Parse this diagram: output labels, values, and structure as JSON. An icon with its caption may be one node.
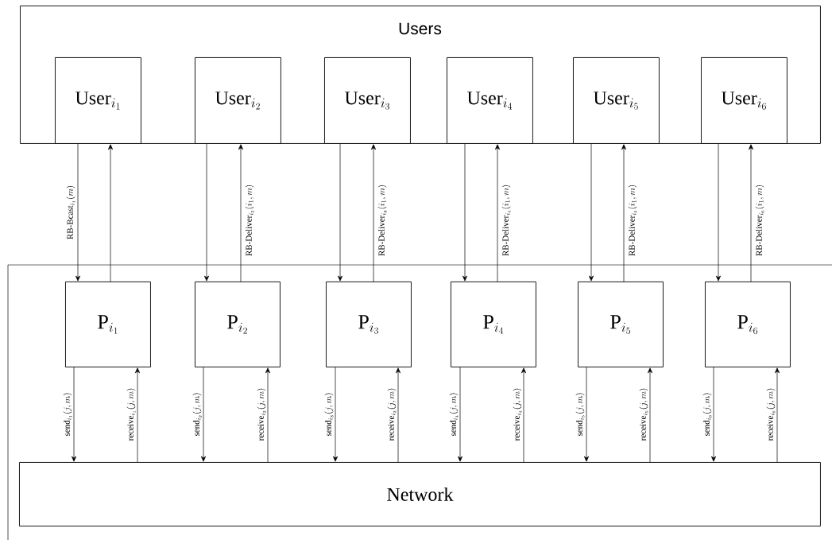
{
  "diagram": {
    "nodes": [
      {
        "text": [
          "Users"
        ]
      },
      {
        "text": [
          "\\mathrm{User}_{i_1}"
        ],
        "in": 0
      },
      {
        "text": [
          "\\mathrm{User}_{i_2}"
        ],
        "in": 0
      },
      {
        "text": [
          "\\mathrm{User}_{i_3}"
        ],
        "in": 0
      },
      {
        "text": [
          "\\mathrm{User}_{i_4}"
        ],
        "in": 0
      },
      {
        "text": [
          "\\mathrm{User}_{i_5}"
        ],
        "in": 0
      },
      {
        "text": [
          "\\mathrm{User}_{i_6}"
        ],
        "in": 0
      },
      {
        "text": [],
        "shape": "box"
      },
      {
        "text": [
          "\\mathrm{P}_{i_1}"
        ],
        "in": 7
      },
      {
        "text": [
          "\\mathrm{P}_{i_2}"
        ],
        "in": 7
      },
      {
        "text": [
          "\\mathrm{P}_{i_3}"
        ],
        "in": 7
      },
      {
        "text": [
          "\\mathrm{P}_{i_4}"
        ],
        "in": 7
      },
      {
        "text": [
          "\\mathrm{P}_{i_5}"
        ],
        "in": 7
      },
      {
        "text": [
          "\\mathrm{P}_{i_6}"
        ],
        "in": 7
      },
      {
        "text": [
          "\\mathrm{Network}"
        ],
        "in": 7
      }
    ],
    "edges": [
      {
        "from": 1,
        "to": 8,
        "arrow": "to",
        "label": "\\text{RB-Bcast}_{i_1}(m)"
      },
      {
        "from": 8,
        "to": 1,
        "arrow": "to"
      },
      {
        "from": 2,
        "to": 9,
        "arrow": "to"
      },
      {
        "from": 9,
        "to": 2,
        "arrow": "to",
        "label": "\\text{RB-Deliver}_{i_2}(i_1,m)"
      },
      {
        "from": 3,
        "to": 10,
        "arrow": "to"
      },
      {
        "from": 10,
        "to": 3,
        "arrow": "to",
        "label": "\\text{RB-Deliver}_{i_3}(i_1,m)"
      },
      {
        "from": 4,
        "to": 11,
        "arrow": "to"
      },
      {
        "from": 11,
        "to": 4,
        "arrow": "to",
        "label": "\\text{RB-Deliver}_{i_4}(i_1,m)"
      },
      {
        "from": 5,
        "to": 12,
        "arrow": "to"
      },
      {
        "from": 12,
        "to": 5,
        "arrow": "to",
        "label": "\\text{RB-Deliver}_{i_5}(i_1,m)"
      },
      {
        "from": 6,
        "to": 13,
        "arrow": "to"
      },
      {
        "from": 13,
        "to": 6,
        "arrow": "to",
        "label": "\\text{RB-Deliver}_{i_6}(i_1,m)"
      },
      {
        "from": 8,
        "to": 14,
        "arrow": "to",
        "label": "\\text{send}_{i_1}(j,m)"
      },
      {
        "from": 14,
        "to": 8,
        "arrow": "to",
        "label": "\\text{receive}_{i_1}(j,m)"
      },
      {
        "from": 9,
        "to": 14,
        "arrow": "to",
        "label": "\\text{send}_{i_2}(j,m)"
      },
      {
        "from": 14,
        "to": 9,
        "arrow": "to",
        "label": "\\text{receive}_{i_2}(j,m)"
      },
      {
        "from": 10,
        "to": 14,
        "arrow": "to",
        "label": "\\text{send}_{i_3}(j,m)"
      },
      {
        "from": 14,
        "to": 10,
        "arrow": "to",
        "label": "\\text{receive}_{i_3}(j,m)"
      },
      {
        "from": 11,
        "to": 14,
        "arrow": "to",
        "label": "\\text{send}_{i_4}(j,m)"
      },
      {
        "from": 14,
        "to": 11,
        "arrow": "to",
        "label": "\\text{receive}_{i_4}(j,m)"
      },
      {
        "from": 12,
        "to": 14,
        "arrow": "to",
        "label": "\\text{send}_{i_5}(j,m)"
      },
      {
        "from": 14,
        "to": 12,
        "arrow": "to",
        "label": "\\text{receive}_{i_5}(j,m)"
      },
      {
        "from": 13,
        "to": 14,
        "arrow": "to",
        "label": "\\text{send}_{i_6}(j,m)"
      },
      {
        "from": 14,
        "to": 13,
        "arrow": "to",
        "label": "\\text{receive}_{i_6}(j,m)"
      }
    ]
  }
}
